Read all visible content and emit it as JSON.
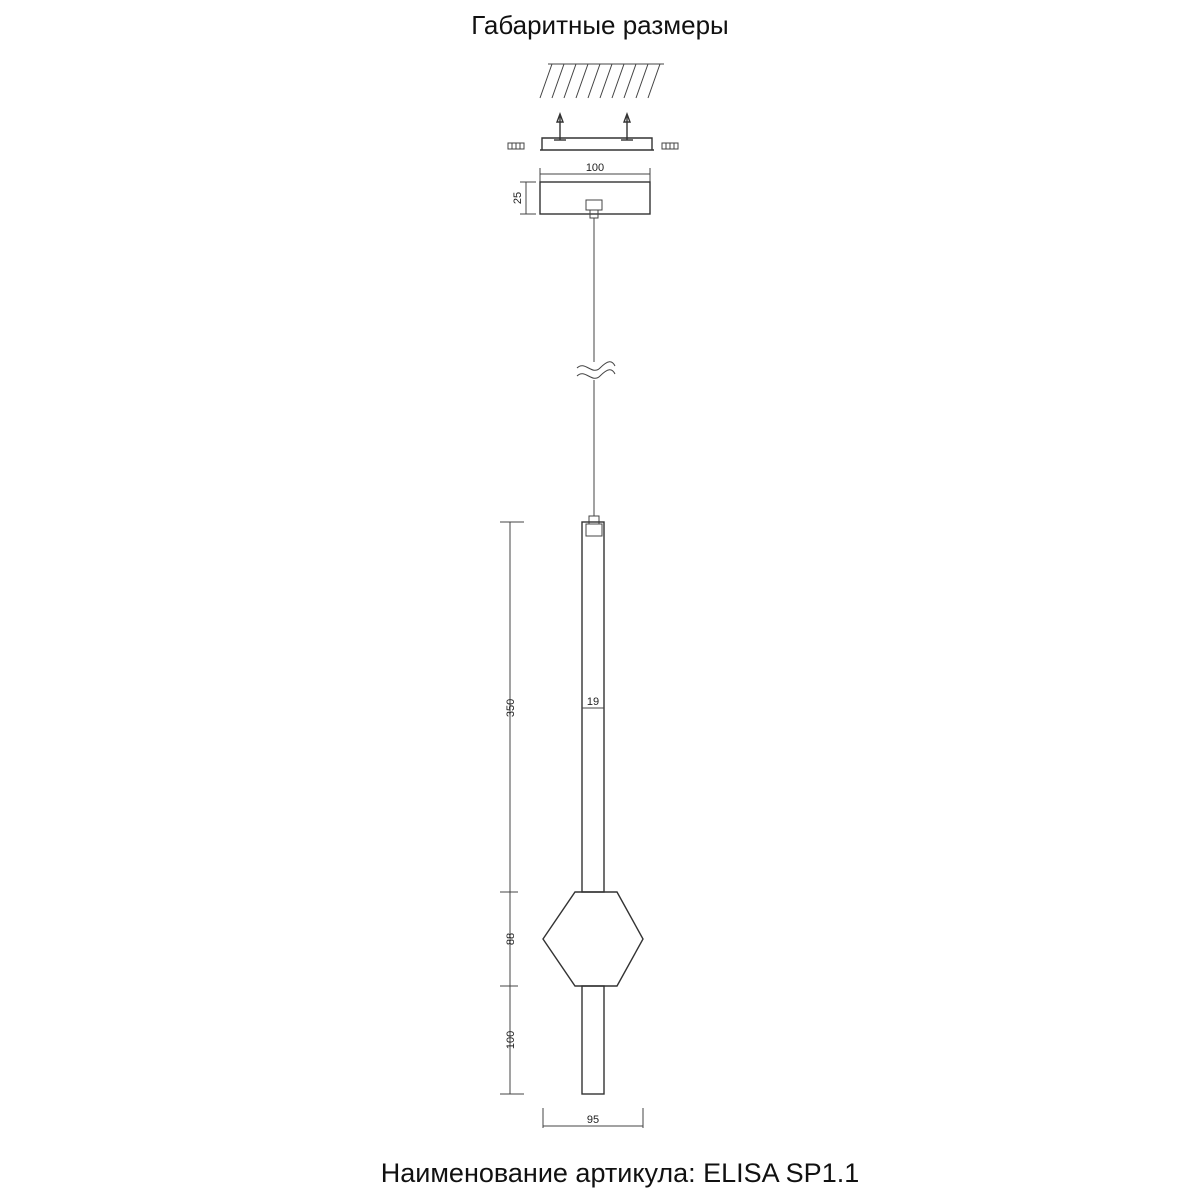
{
  "header": {
    "title": "Габаритные размеры"
  },
  "footer": {
    "article": "Наименование артикула: ELISA SP1.1"
  },
  "dimensions": {
    "canopy_width": "100",
    "canopy_height": "25",
    "rod_length": "350",
    "rod_diameter": "19",
    "shade_height": "88",
    "lower_rod_length": "100",
    "shade_width": "95"
  }
}
